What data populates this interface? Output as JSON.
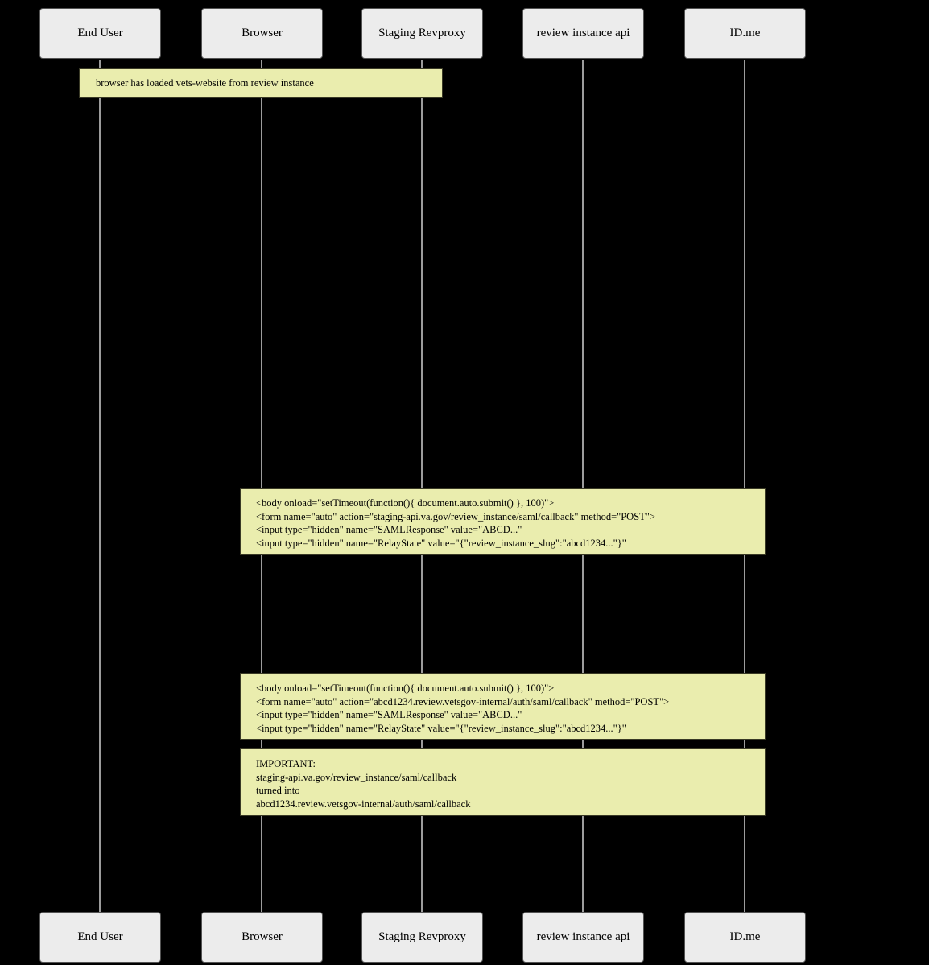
{
  "diagram": {
    "type": "sequence-diagram",
    "participants": [
      {
        "label": "End User"
      },
      {
        "label": "Browser"
      },
      {
        "label": "Staging Revproxy"
      },
      {
        "label": "review instance api"
      },
      {
        "label": "ID.me"
      }
    ],
    "notes": [
      {
        "lines": [
          "browser has loaded vets-website from review instance"
        ]
      },
      {
        "lines": [
          "<body onload=\"setTimeout(function(){ document.auto.submit() }, 100)\">",
          "<form name=\"auto\" action=\"staging-api.va.gov/review_instance/saml/callback\" method=\"POST\">",
          "<input type=\"hidden\" name=\"SAMLResponse\" value=\"ABCD...\"",
          "<input type=\"hidden\" name=\"RelayState\" value=\"{\"review_instance_slug\":\"abcd1234...\"}\""
        ]
      },
      {
        "lines": [
          "<body onload=\"setTimeout(function(){ document.auto.submit() }, 100)\">",
          "<form name=\"auto\" action=\"abcd1234.review.vetsgov-internal/auth/saml/callback\" method=\"POST\">",
          "<input type=\"hidden\" name=\"SAMLResponse\" value=\"ABCD...\"",
          "<input type=\"hidden\" name=\"RelayState\" value=\"{\"review_instance_slug\":\"abcd1234...\"}\""
        ]
      },
      {
        "lines": [
          "IMPORTANT:",
          "staging-api.va.gov/review_instance/saml/callback",
          "turned into",
          "abcd1234.review.vetsgov-internal/auth/saml/callback"
        ]
      }
    ],
    "colors": {
      "background": "#000000",
      "participant_fill": "#ececec",
      "participant_border": "#545454",
      "lifeline": "#9c9c9c",
      "note_fill": "#eaedae",
      "note_border": "#3a3a26",
      "text": "#000000"
    }
  }
}
